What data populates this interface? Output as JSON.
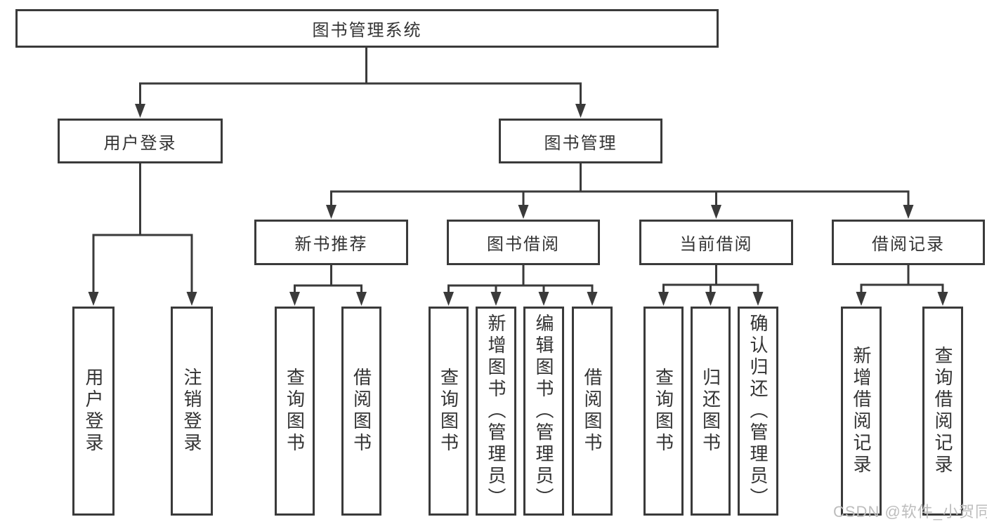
{
  "diagram": {
    "watermark": "CSDN @软件_小贺同学",
    "colors": {
      "line": "#3a3a3a",
      "text": "#333333",
      "background": "#ffffff",
      "watermark": "#bdbdbd"
    },
    "tree": {
      "label": "图书管理系统",
      "children": [
        {
          "label": "用户登录",
          "children": [
            {
              "label": "用户登录"
            },
            {
              "label": "注销登录"
            }
          ]
        },
        {
          "label": "图书管理",
          "children": [
            {
              "label": "新书推荐",
              "children": [
                {
                  "label": "查询图书"
                },
                {
                  "label": "借阅图书"
                }
              ]
            },
            {
              "label": "图书借阅",
              "children": [
                {
                  "label": "查询图书"
                },
                {
                  "label": "新增图书（管理员）"
                },
                {
                  "label": "编辑图书（管理员）"
                },
                {
                  "label": "借阅图书"
                }
              ]
            },
            {
              "label": "当前借阅",
              "children": [
                {
                  "label": "查询图书"
                },
                {
                  "label": "归还图书"
                },
                {
                  "label": "确认归还（管理员）"
                }
              ]
            },
            {
              "label": "借阅记录",
              "children": [
                {
                  "label": "新增借阅记录"
                },
                {
                  "label": "查询借阅记录"
                }
              ]
            }
          ]
        }
      ]
    }
  }
}
